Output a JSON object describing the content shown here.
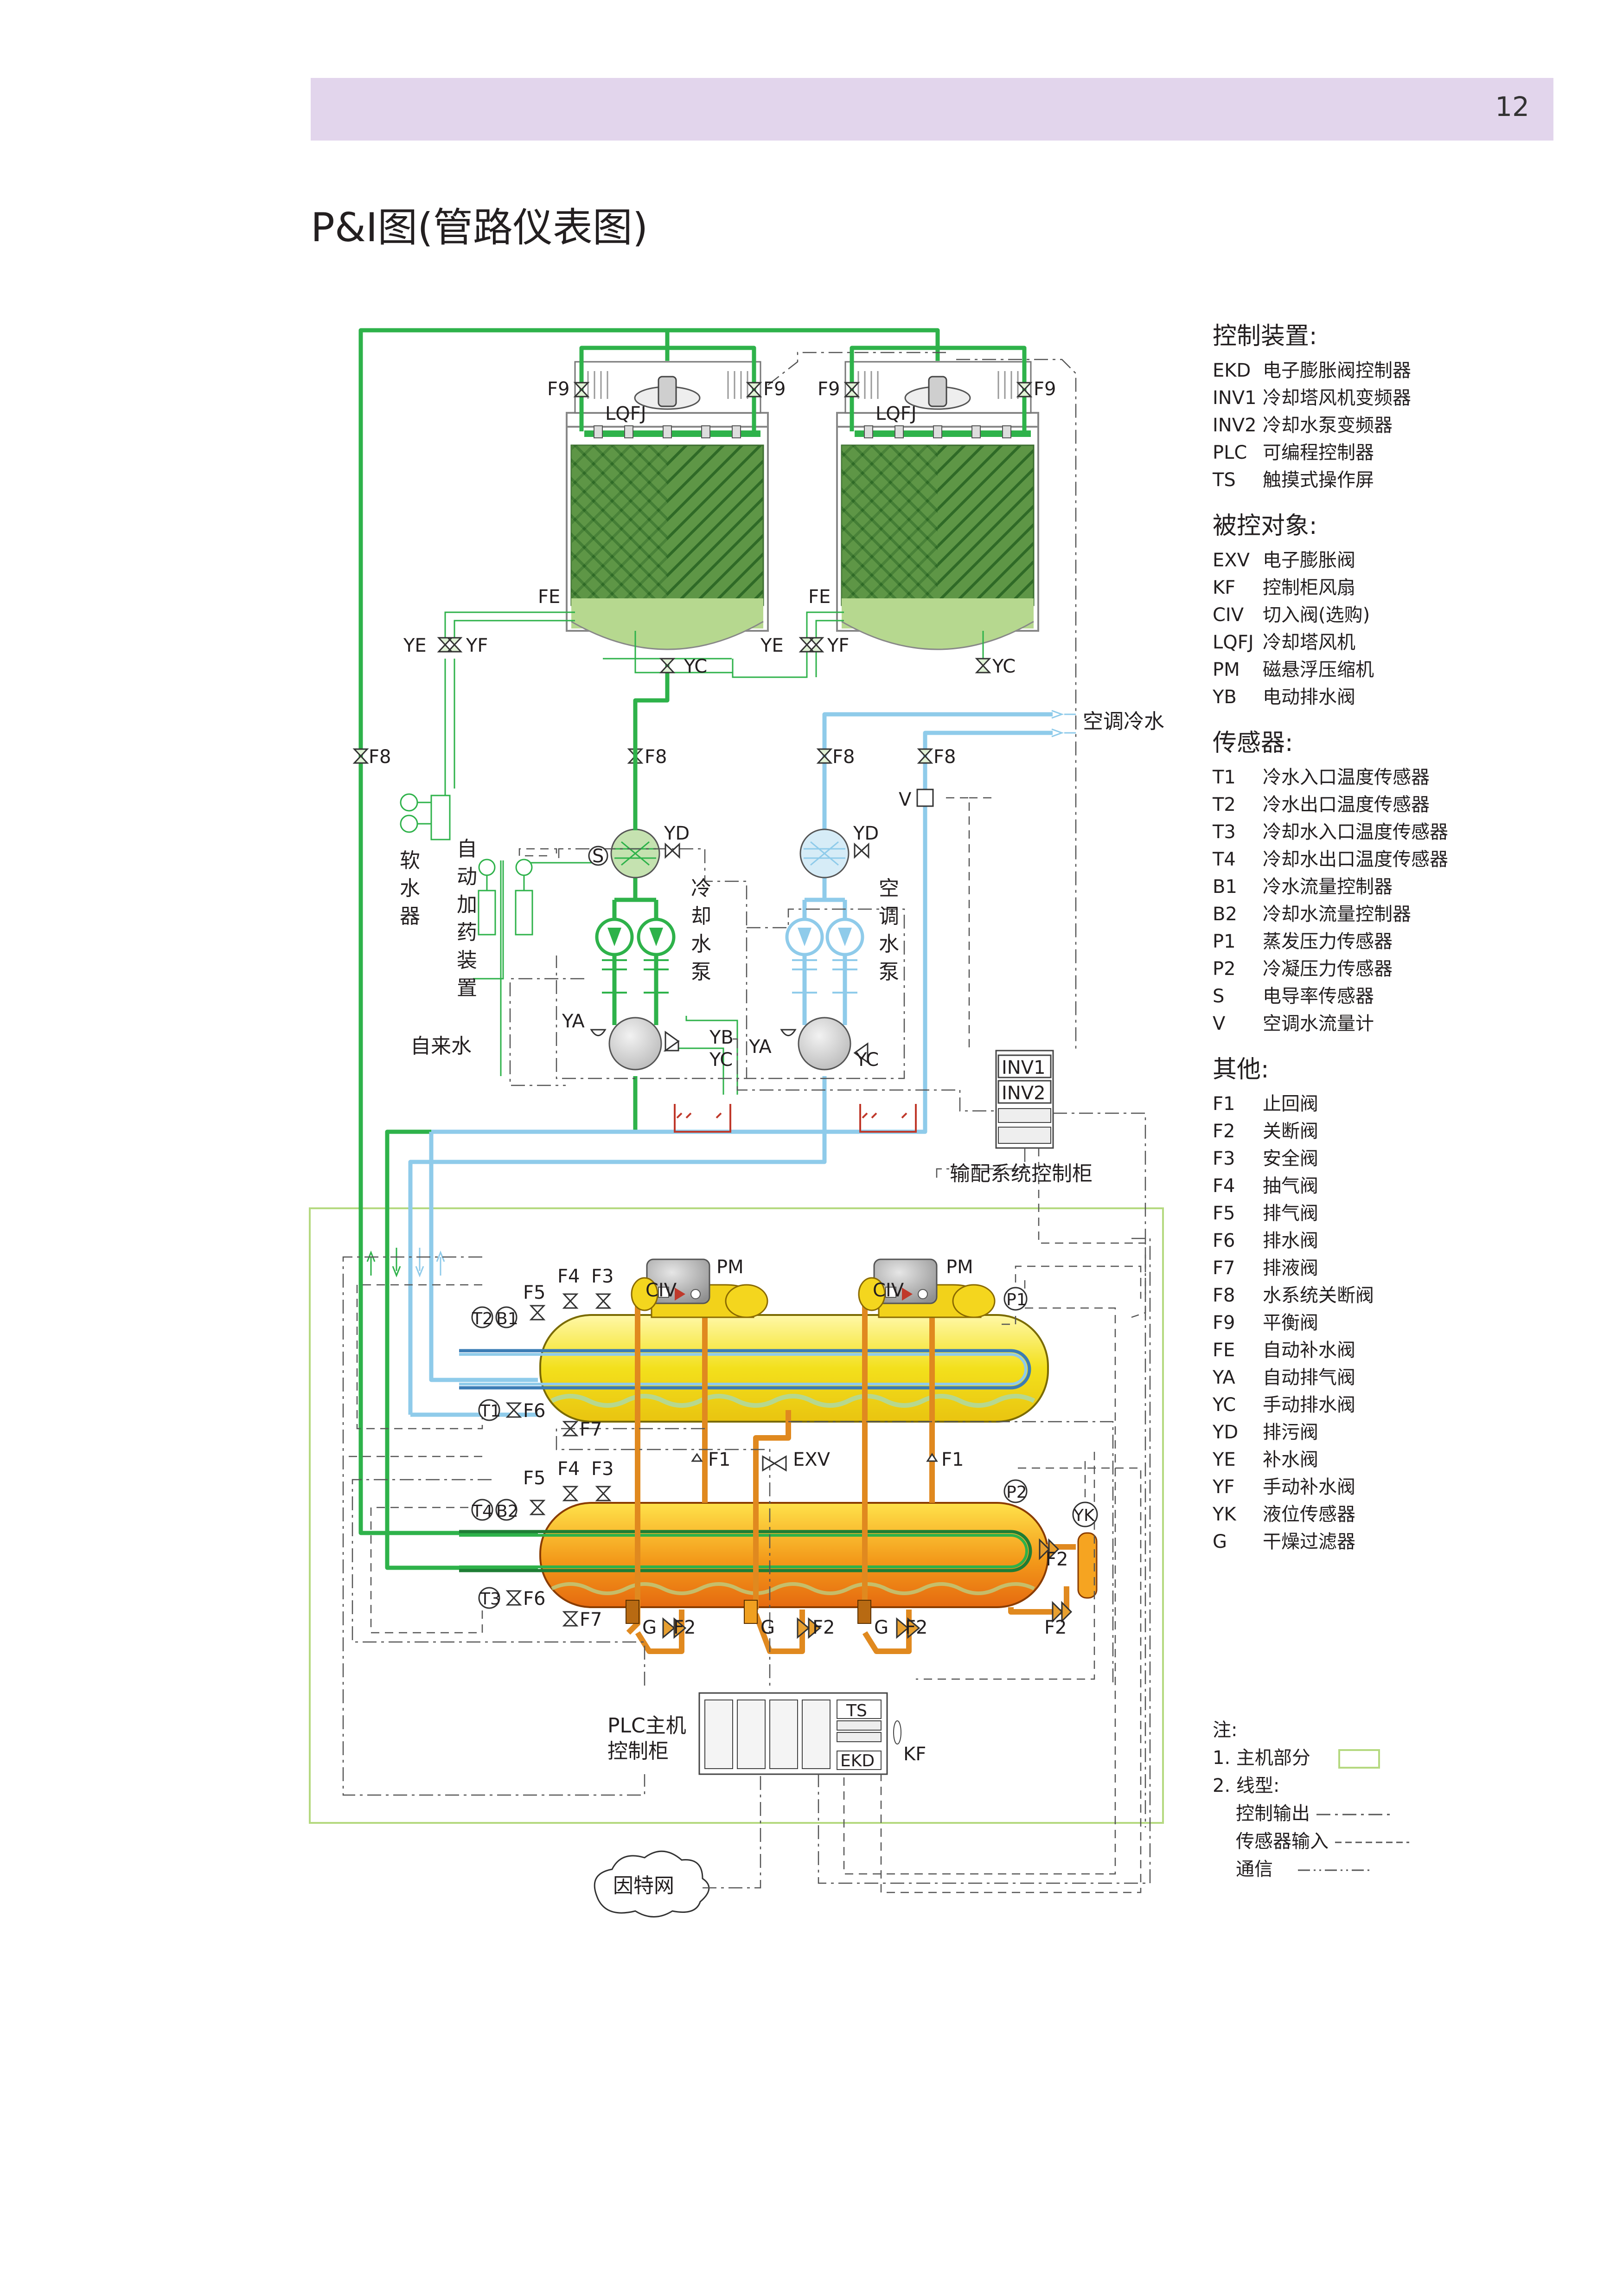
{
  "page": {
    "number": "12",
    "title": "P&I图(管路仪表图)"
  },
  "legend": {
    "control_devices": {
      "heading": "控制装置:",
      "items": [
        {
          "code": "EKD",
          "desc": "电子膨胀阀控制器"
        },
        {
          "code": "INV1",
          "desc": "冷却塔风机变频器"
        },
        {
          "code": "INV2",
          "desc": "冷却水泵变频器"
        },
        {
          "code": "PLC",
          "desc": "可编程控制器"
        },
        {
          "code": "TS",
          "desc": "触摸式操作屏"
        }
      ]
    },
    "controlled_objects": {
      "heading": "被控对象:",
      "items": [
        {
          "code": "EXV",
          "desc": "电子膨胀阀"
        },
        {
          "code": "KF",
          "desc": "控制柜风扇"
        },
        {
          "code": "CIV",
          "desc": "切入阀(选购)"
        },
        {
          "code": "LQFJ",
          "desc": "冷却塔风机"
        },
        {
          "code": "PM",
          "desc": "磁悬浮压缩机"
        },
        {
          "code": "YB",
          "desc": "电动排水阀"
        }
      ]
    },
    "sensors": {
      "heading": "传感器:",
      "items": [
        {
          "code": "T1",
          "desc": "冷水入口温度传感器"
        },
        {
          "code": "T2",
          "desc": "冷水出口温度传感器"
        },
        {
          "code": "T3",
          "desc": "冷却水入口温度传感器"
        },
        {
          "code": "T4",
          "desc": "冷却水出口温度传感器"
        },
        {
          "code": "B1",
          "desc": "冷水流量控制器"
        },
        {
          "code": "B2",
          "desc": "冷却水流量控制器"
        },
        {
          "code": "P1",
          "desc": "蒸发压力传感器"
        },
        {
          "code": "P2",
          "desc": "冷凝压力传感器"
        },
        {
          "code": "S",
          "desc": "电导率传感器"
        },
        {
          "code": "V",
          "desc": "空调水流量计"
        }
      ]
    },
    "others": {
      "heading": "其他:",
      "items": [
        {
          "code": "F1",
          "desc": "止回阀"
        },
        {
          "code": "F2",
          "desc": "关断阀"
        },
        {
          "code": "F3",
          "desc": "安全阀"
        },
        {
          "code": "F4",
          "desc": "抽气阀"
        },
        {
          "code": "F5",
          "desc": "排气阀"
        },
        {
          "code": "F6",
          "desc": "排水阀"
        },
        {
          "code": "F7",
          "desc": "排液阀"
        },
        {
          "code": "F8",
          "desc": "水系统关断阀"
        },
        {
          "code": "F9",
          "desc": "平衡阀"
        },
        {
          "code": "FE",
          "desc": "自动补水阀"
        },
        {
          "code": "YA",
          "desc": "自动排气阀"
        },
        {
          "code": "YC",
          "desc": "手动排水阀"
        },
        {
          "code": "YD",
          "desc": "排污阀"
        },
        {
          "code": "YE",
          "desc": "补水阀"
        },
        {
          "code": "YF",
          "desc": "手动补水阀"
        },
        {
          "code": "YK",
          "desc": "液位传感器"
        },
        {
          "code": "G",
          "desc": "干燥过滤器"
        }
      ]
    }
  },
  "notes": {
    "heading": "注:",
    "item1": "1. 主机部分",
    "item2": "2. 线型:",
    "line_types": [
      "控制输出",
      "传感器输入",
      "通信"
    ]
  },
  "diagram": {
    "labels": {
      "f9": "F9",
      "lqfj": "LQFJ",
      "fe": "FE",
      "ye": "YE",
      "yf": "YF",
      "yc": "YC",
      "f8": "F8",
      "yd": "YD",
      "s": "S",
      "v": "V",
      "ya": "YA",
      "yb": "YB",
      "ac_chilled_water": "空调冷水",
      "softener_chars": [
        "软",
        "水",
        "器"
      ],
      "dosing_chars": [
        "自",
        "动",
        "加",
        "药",
        "装",
        "置"
      ],
      "tap_water": "自来水",
      "cooling_pump_chars": [
        "冷",
        "却",
        "水",
        "泵"
      ],
      "ac_pump_chars": [
        "空",
        "调",
        "水",
        "泵"
      ],
      "inv1": "INV1",
      "inv2": "INV2",
      "dist_cabinet": "输配系统控制柜",
      "pm": "PM",
      "civ": "CIV",
      "t1": "T1",
      "t2": "T2",
      "t3": "T3",
      "t4": "T4",
      "b1": "B1",
      "b2": "B2",
      "p1": "P1",
      "p2": "P2",
      "yk": "YK",
      "f1": "F1",
      "f2": "F2",
      "f3": "F3",
      "f4": "F4",
      "f5": "F5",
      "f6": "F6",
      "f7": "F7",
      "exv": "EXV",
      "g": "G",
      "plc_cabinet_l1": "PLC主机",
      "plc_cabinet_l2": "控制柜",
      "ts": "TS",
      "ekd": "EKD",
      "kf": "KF",
      "internet": "因特网"
    },
    "colors": {
      "cooling_water": "#2eb24a",
      "chilled_water": "#8fcbea",
      "fill_green": "#4e8a3a",
      "basin": "#b6d88f",
      "evaporator": "#f2e317",
      "condenser": "#ef7d14",
      "refrigerant": "#e0891f",
      "compressor": "#9a9a9a",
      "header_band": "#e2d5ec",
      "unit_boundary": "#b5d980"
    }
  }
}
